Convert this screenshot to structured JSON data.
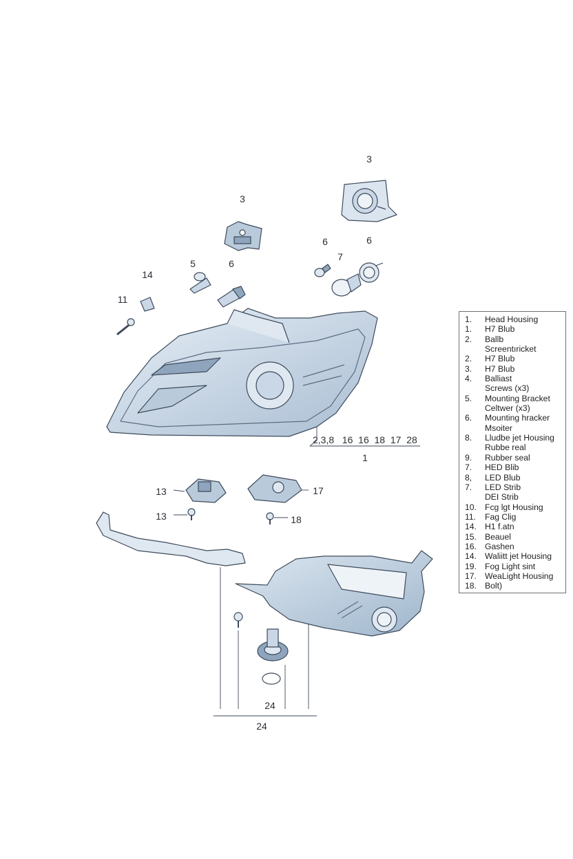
{
  "callouts": {
    "c3a": "3",
    "c3b": "3",
    "c6a": "6",
    "c6b": "6",
    "c6c": "6",
    "c5": "5",
    "c7": "7",
    "c14": "14",
    "c11": "11",
    "c13a": "13",
    "c13b": "13",
    "c17": "17",
    "c18": "18",
    "group_top": "2,3,8   16  16  18  17  28",
    "c1": "1",
    "c24a": "24",
    "c24b": "24"
  },
  "legend": [
    {
      "num": "1.",
      "text": "Head Housing"
    },
    {
      "num": "1.",
      "text": "H7 Blub"
    },
    {
      "num": "2.",
      "text": "Ballb"
    },
    {
      "num": "",
      "text": "Screentıricket"
    },
    {
      "num": "2.",
      "text": "H7 Blub"
    },
    {
      "num": "3.",
      "text": "H7 Blub"
    },
    {
      "num": "4.",
      "text": "Balliast"
    },
    {
      "num": "",
      "text": "Screws (x3)"
    },
    {
      "num": "5.",
      "text": "Mounting Bracket"
    },
    {
      "num": "",
      "text": "Celtwer (x3)"
    },
    {
      "num": "6.",
      "text": "Mounting hracker"
    },
    {
      "num": "",
      "text": "Msoiter"
    },
    {
      "num": "8.",
      "text": "Lludbe jet Housing"
    },
    {
      "num": "",
      "text": "Rubbe real"
    },
    {
      "num": "9.",
      "text": "Rubber seal"
    },
    {
      "num": "7.",
      "text": "HED Blib"
    },
    {
      "num": "8,",
      "text": "LED Blub"
    },
    {
      "num": "7.",
      "text": "LED Strib"
    },
    {
      "num": "",
      "text": "DEI Strib"
    },
    {
      "num": "10.",
      "text": "Fcg lgt Housing"
    },
    {
      "num": "11.",
      "text": "Fag Clig"
    },
    {
      "num": "14.",
      "text": "H1 f.atn"
    },
    {
      "num": "15.",
      "text": "Beauel"
    },
    {
      "num": "16.",
      "text": "Gashen"
    },
    {
      "num": "14.",
      "text": "Waliitt jet Housing"
    },
    {
      "num": "19.",
      "text": "Fog Light sint"
    },
    {
      "num": "17.",
      "text": "WeaLight Housing"
    },
    {
      "num": "18.",
      "text": "Bolt)"
    }
  ],
  "colors": {
    "line": "#3d4a5a",
    "fill_light": "#dfe8f1",
    "fill_mid": "#b9cadb",
    "fill_dark": "#8ea5bd"
  }
}
